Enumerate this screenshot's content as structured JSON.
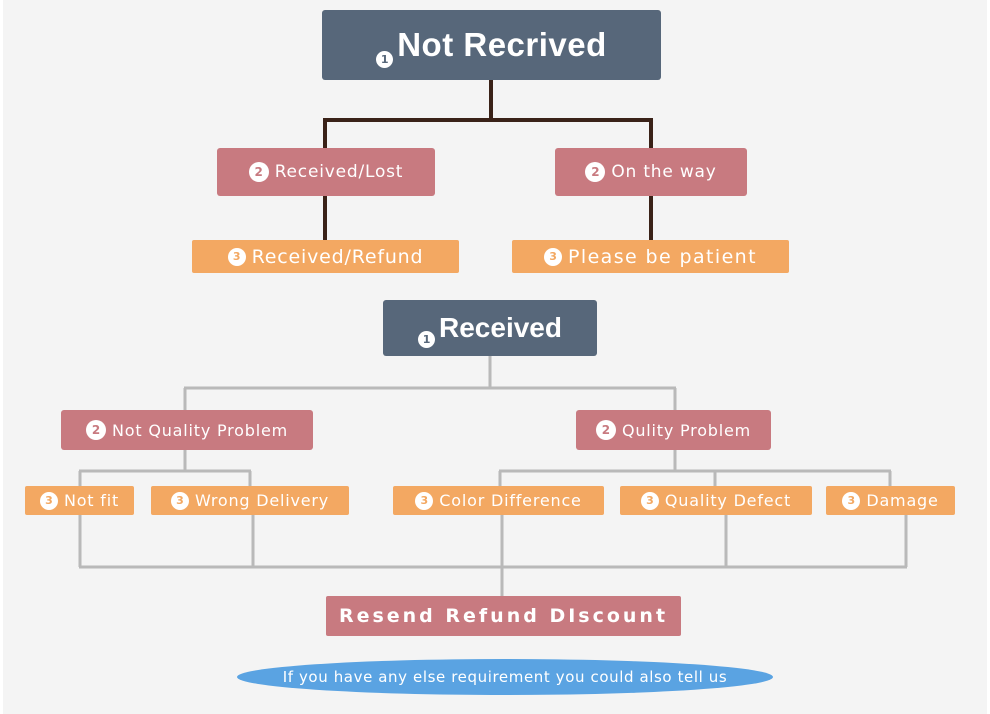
{
  "not_received": {
    "title": "Not Recrived",
    "title_num": "1",
    "children": [
      {
        "label": "Received/Lost",
        "num": "2",
        "result": "Received/Refund",
        "result_num": "3"
      },
      {
        "label": "On the way",
        "num": "2",
        "result": "Please be patient",
        "result_num": "3"
      }
    ]
  },
  "received": {
    "title": "Received",
    "title_num": "1",
    "not_quality": {
      "label": "Not Quality Problem",
      "num": "2",
      "items": [
        {
          "label": "Not fit",
          "num": "3"
        },
        {
          "label": "Wrong Delivery",
          "num": "3"
        }
      ]
    },
    "quality": {
      "label": "Qulity Problem",
      "num": "2",
      "items": [
        {
          "label": "Color Difference",
          "num": "3"
        },
        {
          "label": "Quality Defect",
          "num": "3"
        },
        {
          "label": "Damage",
          "num": "3"
        }
      ]
    },
    "outcome": "Resend Refund DIscount"
  },
  "footer_note": "If you have any else requirement you could also tell us",
  "colors": {
    "dark_box": "#57677a",
    "pink_box": "#c87a80",
    "orange_box": "#f3a862",
    "note_ellipse": "#5aa3e2",
    "top_connector": "#3a2218",
    "bottom_connector": "#b9b9b9",
    "background": "#f4f4f4"
  }
}
